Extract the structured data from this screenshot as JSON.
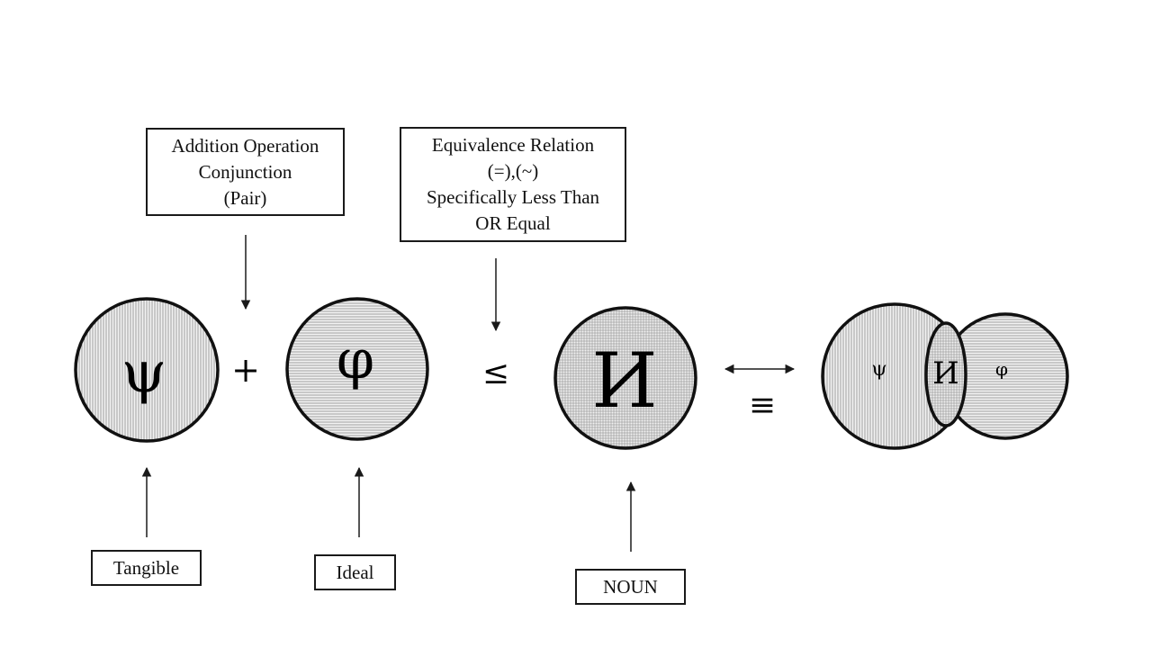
{
  "boxes": {
    "addition": {
      "lines": [
        "Addition Operation",
        "Conjunction",
        "(Pair)"
      ]
    },
    "equivalence": {
      "lines": [
        "Equivalence Relation",
        "(=),(~)",
        "Specifically Less Than",
        "OR Equal"
      ]
    },
    "tangible": {
      "label": "Tangible"
    },
    "ideal": {
      "label": "Ideal"
    },
    "noun": {
      "label": "NOUN"
    }
  },
  "symbols": {
    "psi": "ψ",
    "phi": "φ",
    "noun": "И",
    "plus": "+",
    "leq": "≤",
    "equiv": "≡"
  },
  "venn": {
    "left": "ψ",
    "center": "И",
    "right": "φ"
  }
}
